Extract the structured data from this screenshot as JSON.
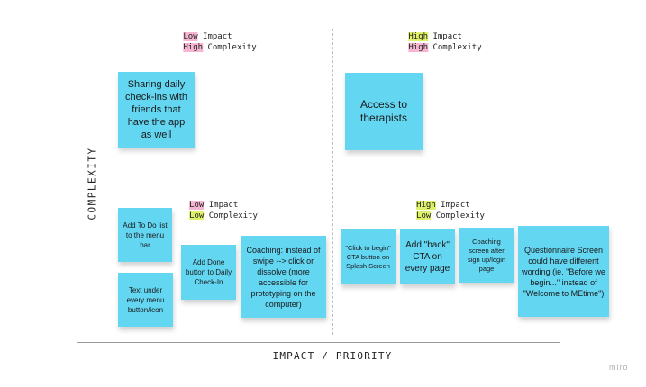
{
  "axes": {
    "y_label": "COMPLEXITY",
    "x_label": "IMPACT / PRIORITY"
  },
  "quadrants": {
    "top_left": {
      "impact_level": "Low",
      "impact_word": "Impact",
      "complexity_level": "High",
      "complexity_word": "Complexity"
    },
    "top_right": {
      "impact_level": "High",
      "impact_word": "Impact",
      "complexity_level": "High",
      "complexity_word": "Complexity"
    },
    "bottom_left": {
      "impact_level": "Low",
      "impact_word": "Impact",
      "complexity_level": "Low",
      "complexity_word": "Complexity"
    },
    "bottom_right": {
      "impact_level": "High",
      "impact_word": "Impact",
      "complexity_level": "Low",
      "complexity_word": "Complexity"
    }
  },
  "notes": {
    "sharing": "Sharing daily check-ins with friends that have the app as well",
    "therapists": "Access to therapists",
    "todo": "Add To Do list to the menu bar",
    "text_under": "Text under every menu button/icon",
    "done": "Add Done button to Daily Check-In",
    "coaching_click": "Coaching: instead of swipe --> click or dissolve (more accessible for prototyping on the computer)",
    "click_begin": "\"Click to begin\" CTA button on Splash Screen",
    "back": "Add \"back\" CTA on every page",
    "coaching_screen": "Coaching screen after sign up/login page",
    "questionnaire": "Questionnaire Screen could have different wording (ie. \"Before we begin...\" instead of \"Welcome to MEtime\")"
  },
  "colors": {
    "sticky": "#63d6f2",
    "highlight_low": "#f6b6d2",
    "highlight_high": "#dff16a"
  },
  "watermark": "miro"
}
